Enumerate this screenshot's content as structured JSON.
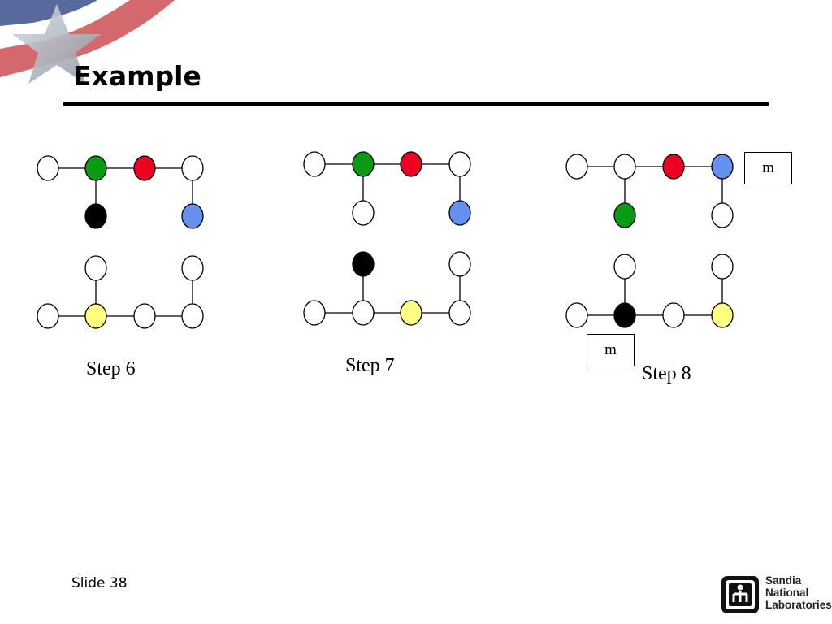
{
  "slide": {
    "title": "Example",
    "slide_number": "Slide 38"
  },
  "logo": {
    "line1": "Sandia",
    "line2": "National",
    "line3": "Laboratories"
  },
  "colors": {
    "white": "#ffffff",
    "green": "#0a9a14",
    "red": "#ee0022",
    "blue": "#6690f0",
    "black": "#000000",
    "yellow": "#ffff80"
  },
  "steps": [
    {
      "label": "Step 6",
      "top_row": [
        "white",
        "green",
        "red",
        "white"
      ],
      "top_drops": [
        "black",
        "blue"
      ],
      "bottom_rises": [
        "white",
        "white"
      ],
      "bottom_row": [
        "white",
        "yellow",
        "white",
        "white"
      ]
    },
    {
      "label": "Step 7",
      "top_row": [
        "white",
        "green",
        "red",
        "white"
      ],
      "top_drops": [
        "white",
        "blue"
      ],
      "bottom_rises": [
        "black",
        "white"
      ],
      "bottom_row": [
        "white",
        "white",
        "yellow",
        "white"
      ]
    },
    {
      "label": "Step 8",
      "top_row": [
        "white",
        "white",
        "red",
        "blue"
      ],
      "top_drops": [
        "green",
        "white"
      ],
      "bottom_rises": [
        "white",
        "white"
      ],
      "bottom_row": [
        "white",
        "black",
        "white",
        "yellow"
      ]
    }
  ],
  "messages": [
    {
      "text": "m"
    },
    {
      "text": "m"
    }
  ]
}
